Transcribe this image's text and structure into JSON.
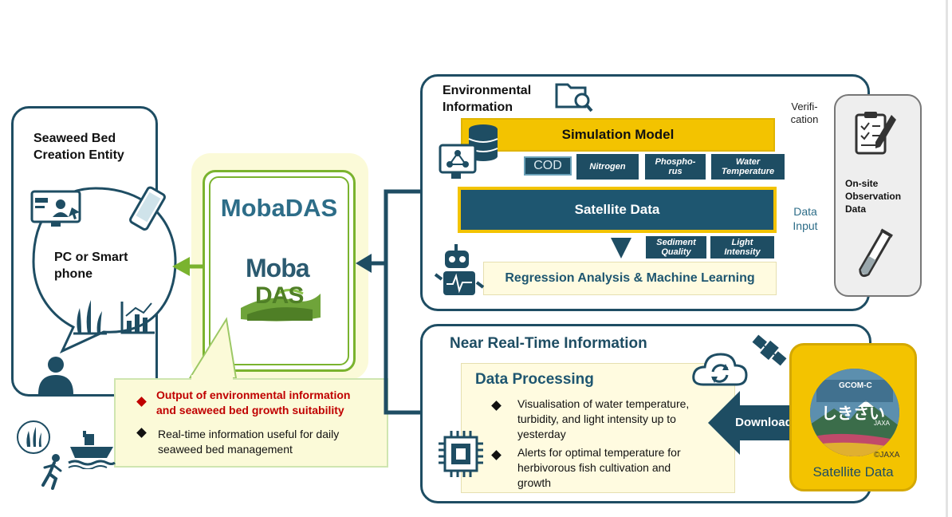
{
  "left": {
    "entity_title_1": "Seaweed Bed",
    "entity_title_2": "Creation Entity",
    "device_label_1": "PC or Smart",
    "device_label_2": "phone"
  },
  "center": {
    "brand": "MobaDAS",
    "logo_text_1": "Moba",
    "logo_text_2": "DAS",
    "callout": {
      "item1_line1": "Output of environmental information",
      "item1_line2": "and seaweed bed growth suitability",
      "item2_line1": "Real-time information useful for daily",
      "item2_line2": "seaweed bed management"
    }
  },
  "env": {
    "title_1": "Environmental",
    "title_2": "Information",
    "simulation_model": "Simulation Model",
    "satellite_data": "Satellite Data",
    "regression": "Regression Analysis & Machine Learning",
    "tags": {
      "cod": "COD",
      "nitrogen": "Nitrogen",
      "phosphorus_1": "Phospho-",
      "phosphorus_2": "rus",
      "water_temp_1": "Water",
      "water_temp_2": "Temperature",
      "sediment_1": "Sediment",
      "sediment_2": "Quality",
      "light_1": "Light",
      "light_2": "Intensity"
    },
    "verification_1": "Verifi-",
    "verification_2": "cation",
    "data_input_1": "Data",
    "data_input_2": "Input"
  },
  "onsite": {
    "label_1": "On-site",
    "label_2": "Observation",
    "label_3": "Data"
  },
  "nrt": {
    "title": "Near Real-Time Information",
    "processing_title": "Data Processing",
    "b1_l1": "Visualisation of water temperature,",
    "b1_l2": "turbidity, and light intensity up to",
    "b1_l3": "yesterday",
    "b2_l1": "Alerts for optimal temperature for",
    "b2_l2": "herbivorous fish cultivation and",
    "b2_l3": "growth",
    "download": "Download"
  },
  "satellite": {
    "gcom": "GCOM-C",
    "shikisai": "しきさい",
    "jaxa_small": "JAXA",
    "copyright": "©JAXA",
    "caption": "Satellite Data"
  },
  "colors": {
    "navy": "#1e4d63",
    "lime": "#7ab32e",
    "pale_yellow": "#fffbe0",
    "gold": "#f3c300",
    "red_bullet": "#c00000"
  }
}
